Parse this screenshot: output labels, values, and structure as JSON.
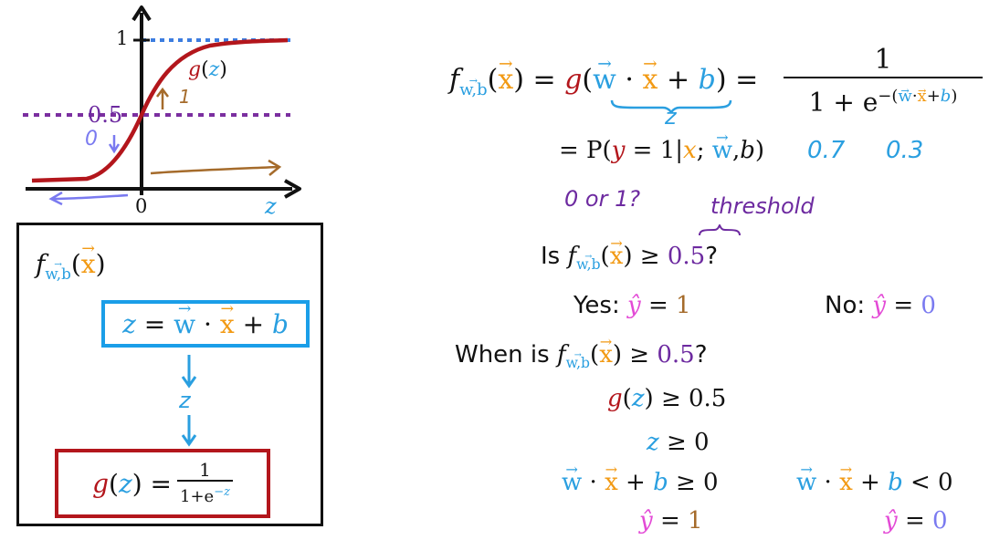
{
  "graph": {
    "y_one": "1",
    "y_half": "0.5",
    "x_zero": "0",
    "x_axis_label": "z",
    "curve_label_fn": "g",
    "curve_label_arg": "z",
    "anno_one": "1",
    "anno_zero": "0"
  },
  "diagram": {
    "f_label_fn": "f",
    "f_label_sub": "w,b",
    "f_label_arg": "x",
    "z_box": {
      "lhs": "z",
      "eq": "=",
      "w": "w",
      "dot": "·",
      "x": "x",
      "plus": "+",
      "b": "b"
    },
    "middle_z": "z",
    "g_box": {
      "fn": "g",
      "arg": "z",
      "eq": "=",
      "num": "1",
      "den_base": "1+e",
      "den_exp": "−z"
    }
  },
  "main": {
    "eq1": {
      "f": "f",
      "sub": "w,b",
      "x": "x",
      "eq": "=",
      "g": "g",
      "w": "w",
      "dot": "·",
      "plus": "+",
      "b": "b",
      "brace_label": "z",
      "eq2": "=",
      "num": "1",
      "den": "1 + e",
      "den_exp_open": "−(",
      "den_exp_w": "w",
      "den_exp_dot": "·",
      "den_exp_x": "x",
      "den_exp_plus": "+",
      "den_exp_b": "b",
      "den_exp_close": ")"
    },
    "eq_p": {
      "text_pre": "= P(",
      "y": "y",
      "mid": " = 1|",
      "x": "x",
      "semi": "; ",
      "w": "w",
      "comma": ",",
      "b": "b",
      "close": ")"
    },
    "prob_a": "0.7",
    "prob_b": "0.3",
    "zero_or_one": "0 or 1?",
    "threshold": "threshold",
    "is_q": {
      "is": "Is",
      "f": "f",
      "sub": "w,b",
      "x": "x",
      "ge": "≥",
      "val": "0.5",
      "q": "?"
    },
    "yes": {
      "label": "Yes:",
      "yhat": "ŷ",
      "eq": "=",
      "val": "1"
    },
    "no": {
      "label": "No:",
      "yhat": "ŷ",
      "eq": "=",
      "val": "0"
    },
    "when_q": {
      "when": "When is",
      "f": "f",
      "sub": "w,b",
      "x": "x",
      "ge": "≥",
      "val": "0.5",
      "q": "?"
    },
    "gz": {
      "g": "g",
      "z": "z",
      "rest": "≥ 0.5"
    },
    "zge": {
      "z": "z",
      "rest": "≥ 0"
    },
    "cond_ge": {
      "w": "w",
      "dot": "·",
      "x": "x",
      "plus": "+",
      "b": "b",
      "rel": "≥ 0"
    },
    "cond_lt": {
      "w": "w",
      "dot": "·",
      "x": "x",
      "plus": "+",
      "b": "b",
      "rel": "< 0"
    },
    "yhat_one": {
      "yhat": "ŷ",
      "eq": "=",
      "val": "1"
    },
    "yhat_zero": {
      "yhat": "ŷ",
      "eq": "=",
      "val": "0"
    }
  }
}
